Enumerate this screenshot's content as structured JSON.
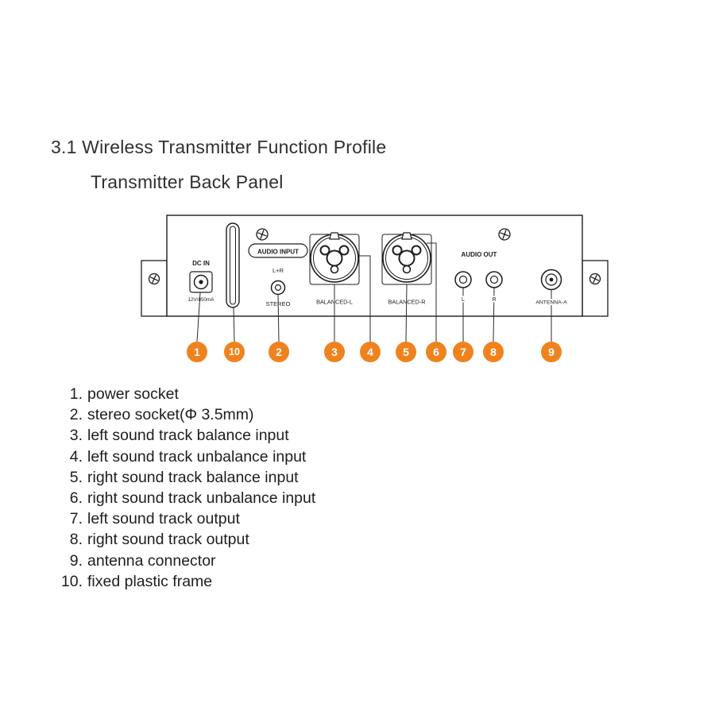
{
  "page": {
    "title": "3.1 Wireless Transmitter Function Profile",
    "subtitle": "Transmitter Back Panel"
  },
  "panel": {
    "dc_in": "DC IN",
    "dc_rating": "12V/850mA",
    "audio_input": "AUDIO INPUT",
    "l_plus_r": "L+R",
    "stereo": "STEREO",
    "balanced_l": "BALANCED-L",
    "balanced_r": "BALANCED-R",
    "audio_out": "AUDIO OUT",
    "out_l": "L",
    "out_r": "R",
    "antenna": "ANTENNA-A"
  },
  "callouts": [
    {
      "label": "1"
    },
    {
      "label": "10"
    },
    {
      "label": "2"
    },
    {
      "label": "3"
    },
    {
      "label": "4"
    },
    {
      "label": "5"
    },
    {
      "label": "6"
    },
    {
      "label": "7"
    },
    {
      "label": "8"
    },
    {
      "label": "9"
    }
  ],
  "legend": [
    {
      "num": "1.",
      "text": "power socket"
    },
    {
      "num": "2.",
      "text": "stereo socket(Φ 3.5mm)"
    },
    {
      "num": "3.",
      "text": "left sound track balance input"
    },
    {
      "num": "4.",
      "text": "left sound track unbalance input"
    },
    {
      "num": "5.",
      "text": "right sound track balance input"
    },
    {
      "num": "6.",
      "text": "right sound track unbalance input"
    },
    {
      "num": "7.",
      "text": "left sound track output"
    },
    {
      "num": "8.",
      "text": "right sound track output"
    },
    {
      "num": "9.",
      "text": "antenna connector"
    },
    {
      "num": "10.",
      "text": "fixed plastic frame"
    }
  ],
  "colors": {
    "callout_orange": "#F0821E",
    "line": "#1D1D1D"
  }
}
